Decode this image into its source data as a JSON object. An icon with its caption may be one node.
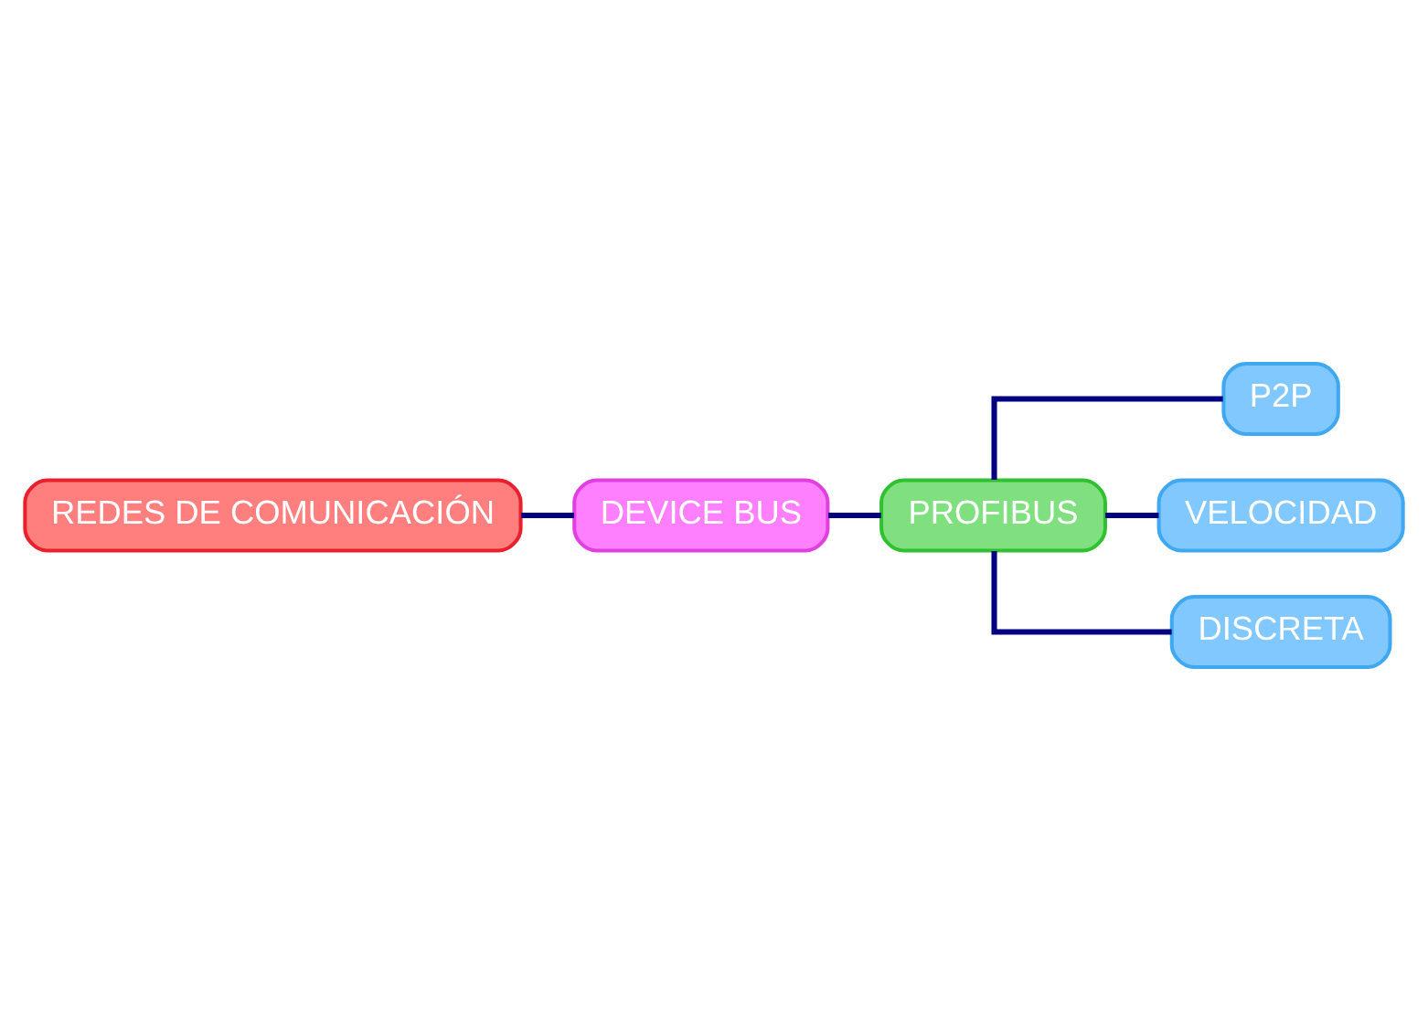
{
  "diagram": {
    "nodes": [
      {
        "text": [
          "REDES DE COMUNICACIÓN"
        ]
      },
      {
        "text": [
          "DEVICE BUS"
        ]
      },
      {
        "text": [
          "PROFIBUS"
        ]
      },
      {
        "text": [
          "P2P"
        ]
      },
      {
        "text": [
          "VELOCIDAD"
        ]
      },
      {
        "text": [
          "DISCRETA"
        ]
      }
    ],
    "edges": [
      {
        "from": 0,
        "to": 1,
        "arrow": "none"
      },
      {
        "from": 1,
        "to": 2,
        "arrow": "none"
      },
      {
        "from": 2,
        "to": 3,
        "arrow": "none"
      },
      {
        "from": 2,
        "to": 4,
        "arrow": "none"
      },
      {
        "from": 2,
        "to": 5,
        "arrow": "none"
      }
    ]
  }
}
